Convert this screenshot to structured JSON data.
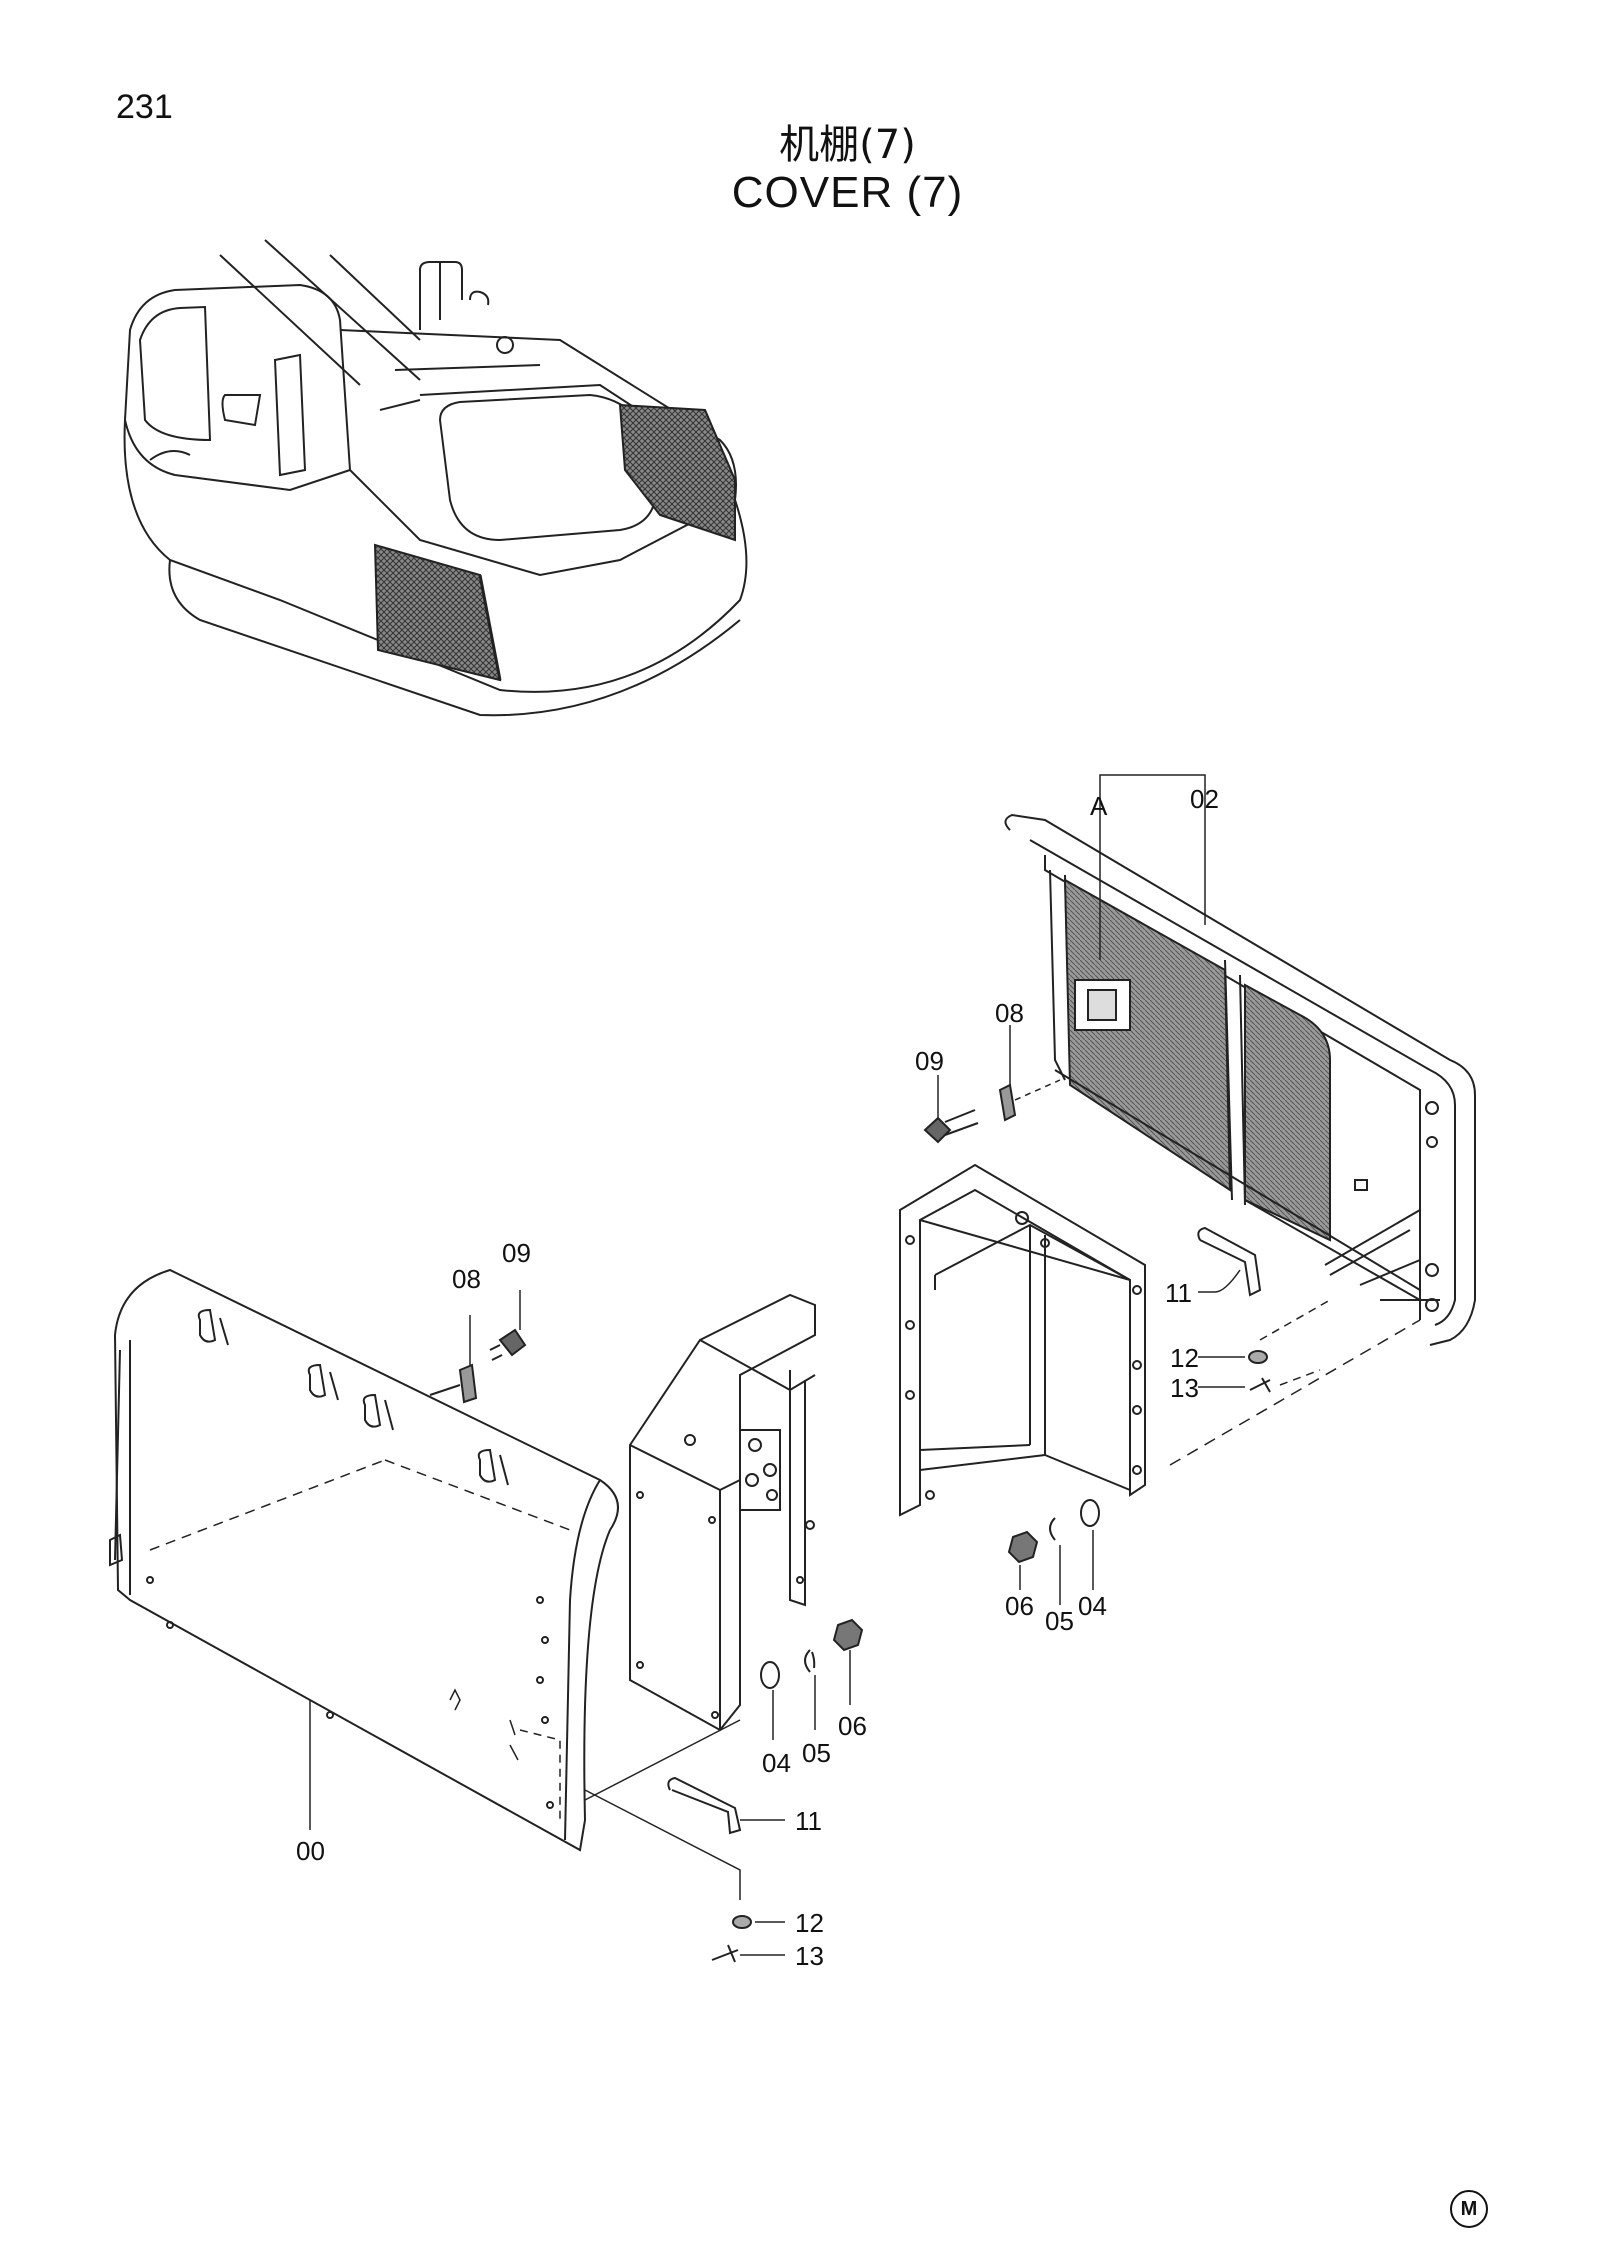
{
  "page_number": "231",
  "title_cn": "机棚(7)",
  "title_en": "COVER (7)",
  "view_label": "A",
  "mark": "M",
  "callouts": {
    "c00": "00",
    "c02": "02",
    "c04_left": "04",
    "c05_left": "05",
    "c06_left": "06",
    "c04_right": "04",
    "c05_right": "05",
    "c06_right": "06",
    "c08_top": "08",
    "c09_top": "09",
    "c08_left": "08",
    "c09_left": "09",
    "c11_right": "11",
    "c12_right": "12",
    "c13_right": "13",
    "c11_left": "11",
    "c12_left": "12",
    "c13_left": "13"
  }
}
